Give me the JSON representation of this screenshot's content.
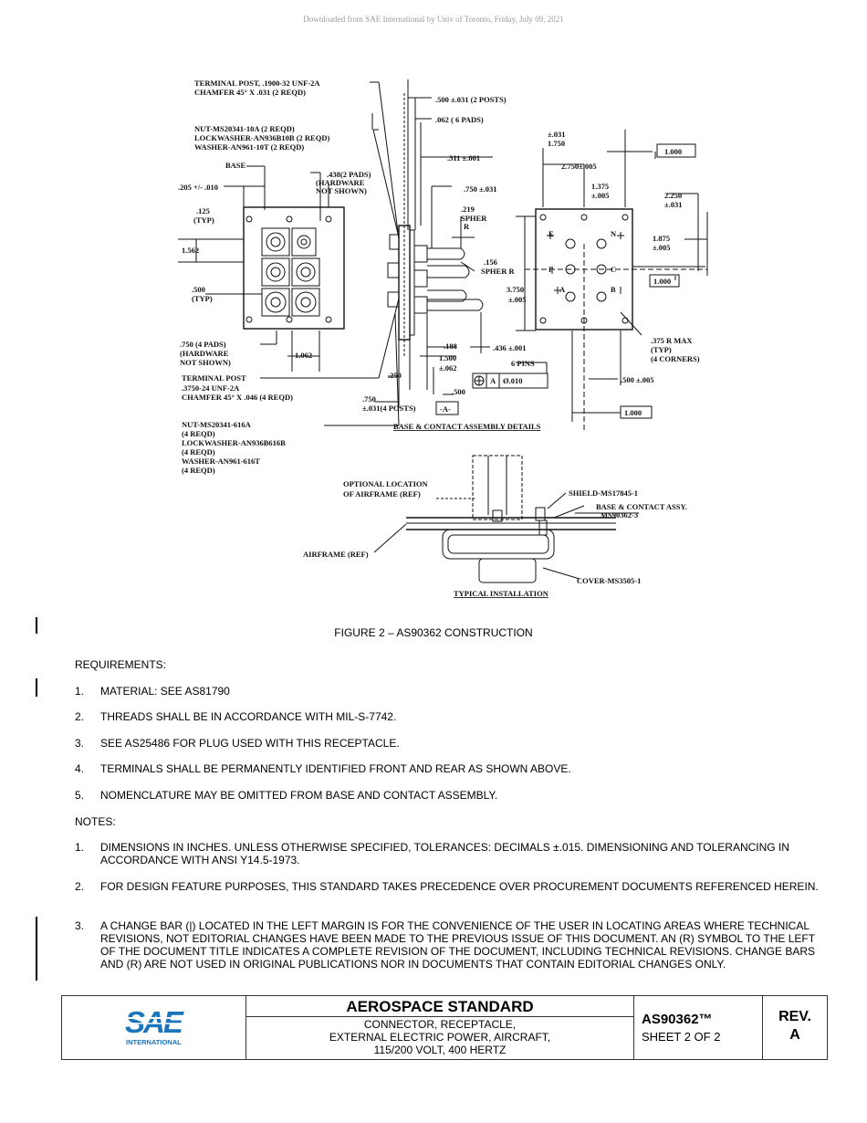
{
  "watermark": "Downloaded from SAE International by Univ of Toronto, Friday, July 09, 2021",
  "figure": {
    "caption": "FIGURE 2 – AS90362 CONSTRUCTION",
    "labels": {
      "terminal_post_top_1": "TERMINAL POST, .1900-32 UNF-2A",
      "terminal_post_top_2": "CHAMFER 45° X .031 (2 REQD)",
      "nut_small_1": "NUT-MS20341-10A (2 REQD)",
      "nut_small_2": "LOCKWASHER-AN936B10B (2 REQD)",
      "nut_small_3": "WASHER-AN961-10T (2 REQD)",
      "base": "BASE",
      "dim_205": ".205 +/- .010",
      "dim_438_1": ".438(2 PADS)",
      "dim_438_2": "(HARDWARE",
      "dim_438_3": "NOT SHOWN)",
      "dim_125": ".125",
      "typ": "(TYP)",
      "dim_562": "1.562",
      "dim_500_typ": ".500",
      "dim_750_pads_1": ".750    (4 PADS)",
      "dim_750_pads_2": "(HARDWARE",
      "dim_750_pads_3": "NOT SHOWN)",
      "dim_1062": "1.062",
      "terminal_post_big_1": "TERMINAL POST",
      "terminal_post_big_2": ".3750-24 UNF-2A",
      "terminal_post_big_3": "CHAMFER 45° X .046 (4 REQD)",
      "nut_big_1": "NUT-MS20341-616A",
      "nut_big_2": "(4 REQD)",
      "nut_big_3": "LOCKWASHER-AN936B616B",
      "nut_big_4": "(4 REQD)",
      "nut_big_5": "WASHER-AN961-616T",
      "nut_big_6": "(4 REQD)",
      "dim_500_posts": ".500 ±.031 (2 POSTS)",
      "dim_062_pads": ".062 ( 6 PADS)",
      "dim_311": ".311 ±.001",
      "dim_750_031": ".750 ±.031",
      "dim_219_1": ".219",
      "dim_219_2": "SPHER",
      "dim_219_3": "R",
      "dim_156_1": ".156",
      "dim_156_2": "SPHER R",
      "dim_3750_1": "3.750",
      "dim_3750_2": "±.005",
      "dim_188": ".188",
      "dim_1500_1": "1.500",
      "dim_1500_2": "±.062",
      "dim_436": ".436 ±.001",
      "six_pins": "6 PINS",
      "dim_250": ".250",
      "dim_500_side": ".500",
      "dim_750_posts_1": ".750",
      "dim_750_posts_2": "±.031(4 POSTS)",
      "datum_a": "-A-",
      "fcf_a": "A",
      "fcf_val": "Ø.010",
      "dim_031": "±.031",
      "dim_1750": "1.750",
      "dim_2750": "2.750±.005",
      "dim_1375_1": "1.375",
      "dim_1375_2": "±.005",
      "box_1000_top": "1.000",
      "dim_2250_1": "2.250",
      "dim_2250_2": "±.031",
      "dim_1875_1": "1.875",
      "dim_1875_2": "±.005",
      "box_1000_mid": "1.000",
      "dim_375_1": ".375 R MAX",
      "dim_375_2": "(TYP)",
      "dim_375_3": "(4 CORNERS)",
      "dim_500_005": ".500 ±.005",
      "box_1000_bot": "1.000",
      "title_base": "BASE & CONTACT ASSEMBLY DETAILS",
      "pin_e": "E",
      "pin_n": "N",
      "pin_f": "F",
      "pin_c": "C",
      "pin_a": "A",
      "pin_b": "B",
      "opt_loc_1": "OPTIONAL LOCATION",
      "opt_loc_2": "OF AIRFRAME (REF)",
      "shield": "SHIELD-MS17845-1",
      "base_assy_1": "BASE & CONTACT ASSY.",
      "base_assy_2": "MS90362-3",
      "airframe": "AIRFRAME (REF)",
      "cover": "COVER-MS3505-1",
      "typical_install": "TYPICAL INSTALLATION"
    }
  },
  "requirements": {
    "heading": "REQUIREMENTS:",
    "items": [
      {
        "num": "1.",
        "text": "MATERIAL: SEE AS81790"
      },
      {
        "num": "2.",
        "text": "THREADS SHALL BE IN ACCORDANCE WITH MIL-S-7742."
      },
      {
        "num": "3.",
        "text": "SEE AS25486 FOR PLUG USED WITH THIS RECEPTACLE."
      },
      {
        "num": "4.",
        "text": "TERMINALS SHALL BE PERMANENTLY IDENTIFIED FRONT AND REAR AS SHOWN ABOVE."
      },
      {
        "num": "5.",
        "text": "NOMENCLATURE MAY BE OMITTED FROM BASE AND CONTACT ASSEMBLY."
      }
    ]
  },
  "notes": {
    "heading": "NOTES:",
    "items": [
      {
        "num": "1.",
        "text": "DIMENSIONS IN INCHES. UNLESS OTHERWISE SPECIFIED, TOLERANCES: DECIMALS ±.015. DIMENSIONING AND TOLERANCING IN ACCORDANCE WITH ANSI Y14.5-1973."
      },
      {
        "num": "2.",
        "text": "FOR DESIGN FEATURE PURPOSES, THIS STANDARD TAKES PRECEDENCE OVER PROCUREMENT DOCUMENTS REFERENCED HEREIN."
      },
      {
        "num": "3.",
        "text": "A CHANGE BAR (|) LOCATED IN THE LEFT MARGIN IS FOR THE CONVENIENCE OF THE USER IN LOCATING AREAS WHERE TECHNICAL REVISIONS, NOT EDITORIAL CHANGES HAVE BEEN MADE TO THE PREVIOUS ISSUE OF THIS DOCUMENT. AN (R) SYMBOL TO THE LEFT OF THE DOCUMENT TITLE INDICATES A COMPLETE REVISION OF THE DOCUMENT, INCLUDING TECHNICAL REVISIONS. CHANGE BARS AND (R) ARE NOT USED IN ORIGINAL PUBLICATIONS NOR IN DOCUMENTS THAT CONTAIN EDITORIAL CHANGES ONLY."
      }
    ]
  },
  "title_block": {
    "logo_text": "SAE",
    "logo_sub": "INTERNATIONAL",
    "logo_color": "#1b75bb",
    "title": "AEROSPACE STANDARD",
    "subtitle_1": "CONNECTOR, RECEPTACLE,",
    "subtitle_2": "EXTERNAL ELECTRIC POWER, AIRCRAFT,",
    "subtitle_3": "115/200 VOLT, 400 HERTZ",
    "doc_number": "AS90362™",
    "sheet": "SHEET 2 OF 2",
    "rev_label": "REV.",
    "rev_value": "A"
  }
}
